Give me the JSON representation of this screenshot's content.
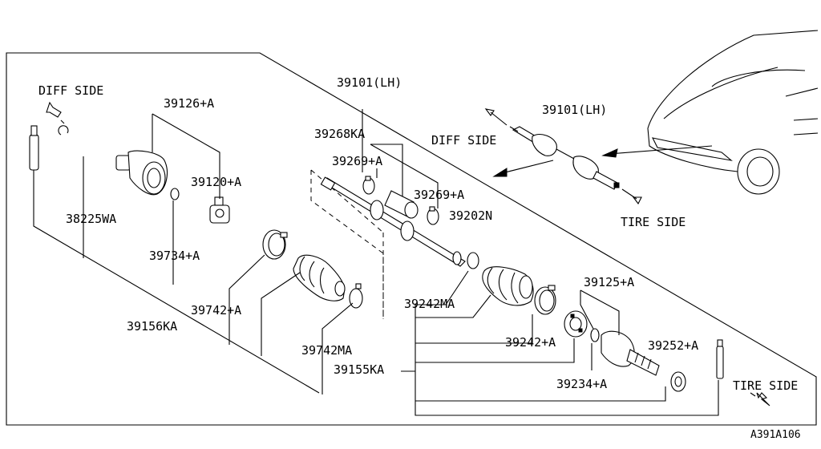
{
  "labels": {
    "diff_side_left": "DIFF SIDE",
    "p38225wa": "38225WA",
    "p39126a": "39126+A",
    "p39120a": "39120+A",
    "p39734a": "39734+A",
    "p39156ka": "39156KA",
    "p39742a": "39742+A",
    "p39742ma": "39742MA",
    "p39101lh": "39101(LH)",
    "p39268ka": "39268KA",
    "p39269a_1": "39269+A",
    "p39269a_2": "39269+A",
    "p39202n": "39202N",
    "p39242ma": "39242MA",
    "p39155ka": "39155KA",
    "p39125a": "39125+A",
    "p39242a": "39242+A",
    "p39234a": "39234+A",
    "p39252a": "39252+A",
    "tire_side_bottom": "TIRE SIDE",
    "inset_diff_side": "DIFF SIDE",
    "inset_39101lh": "39101(LH)",
    "inset_tire_side": "TIRE SIDE",
    "figure_code": "A391A106"
  }
}
